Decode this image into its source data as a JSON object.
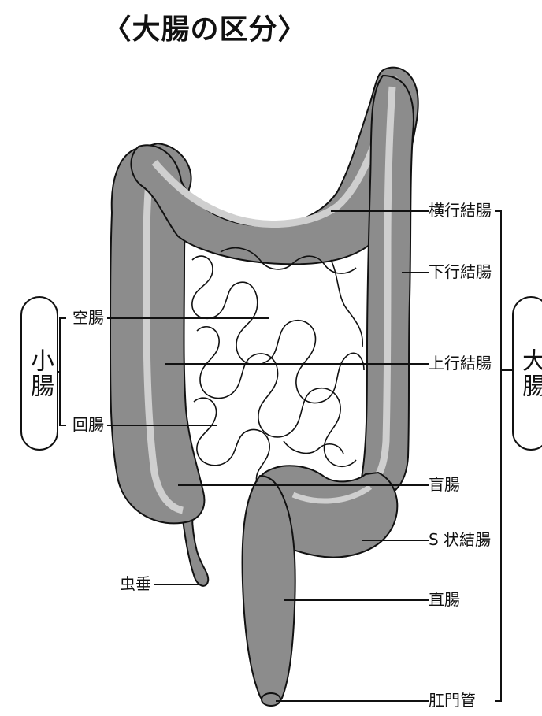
{
  "title": "〈大腸の区分〉",
  "groups": {
    "small_intestine": "小腸",
    "large_intestine": "大腸"
  },
  "labels": {
    "transverse_colon": "横行結腸",
    "descending_colon": "下行結腸",
    "ascending_colon": "上行結腸",
    "cecum": "盲腸",
    "sigmoid_colon": "S 状結腸",
    "rectum": "直腸",
    "anal_canal": "肛門管",
    "jejunum": "空腸",
    "ileum": "回腸",
    "appendix": "虫垂"
  },
  "colors": {
    "tube_fill": "#8c8c8c",
    "tube_highlight": "#cfcfcf",
    "outline": "#111111",
    "background": "#ffffff"
  }
}
